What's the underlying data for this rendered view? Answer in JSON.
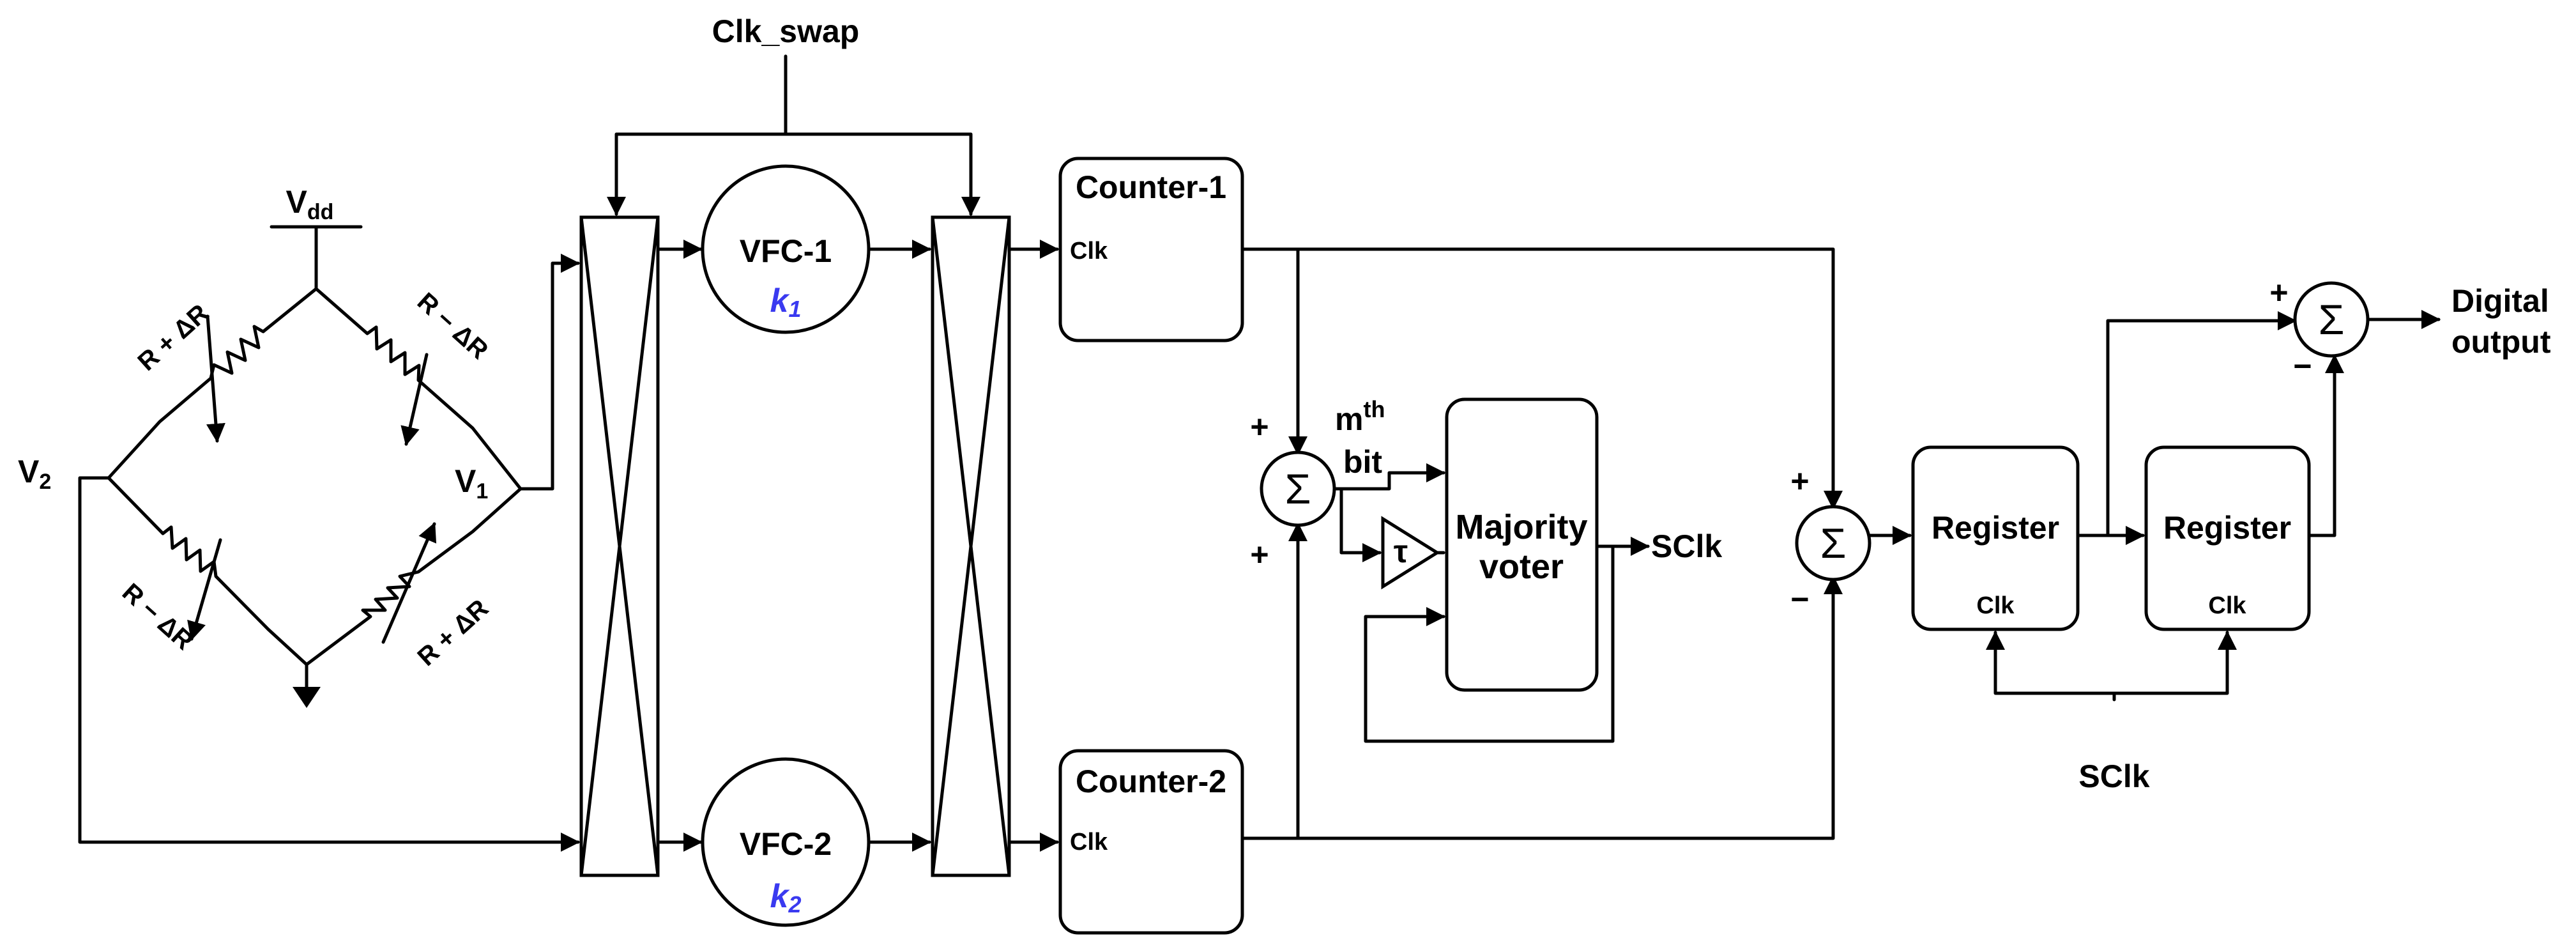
{
  "signals": {
    "clk_swap": "Clk_swap",
    "vdd_main": "V",
    "vdd_sub": "dd",
    "v1_main": "V",
    "v1_sub": "1",
    "v2_main": "V",
    "v2_sub": "2",
    "sclk_voter": "SClk",
    "sclk_registers": "SClk"
  },
  "bridge": {
    "r_top_left": "R + ΔR",
    "r_top_right": "R − ΔR",
    "r_bottom_left": "R − ΔR",
    "r_bottom_right": "R + ΔR"
  },
  "blocks": {
    "vfc1_label": "VFC-1",
    "vfc1_gain": "k",
    "vfc1_gain_sub": "1",
    "vfc2_label": "VFC-2",
    "vfc2_gain": "k",
    "vfc2_gain_sub": "2",
    "counter1": "Counter-1",
    "counter2": "Counter-2",
    "clk": "Clk",
    "majority_line1": "Majority",
    "majority_line2": "voter",
    "delay": "τ",
    "mth_main": "m",
    "mth_sup": "th",
    "bit": "bit",
    "register1": "Register",
    "register2": "Register",
    "digital_output_line1": "Digital",
    "digital_output_line2": "output"
  },
  "summers": {
    "symbol": "Σ",
    "plus": "+",
    "minus": "−"
  },
  "colors": {
    "line": "#000000",
    "gain_text": "#3a3af0",
    "background": "#ffffff"
  }
}
